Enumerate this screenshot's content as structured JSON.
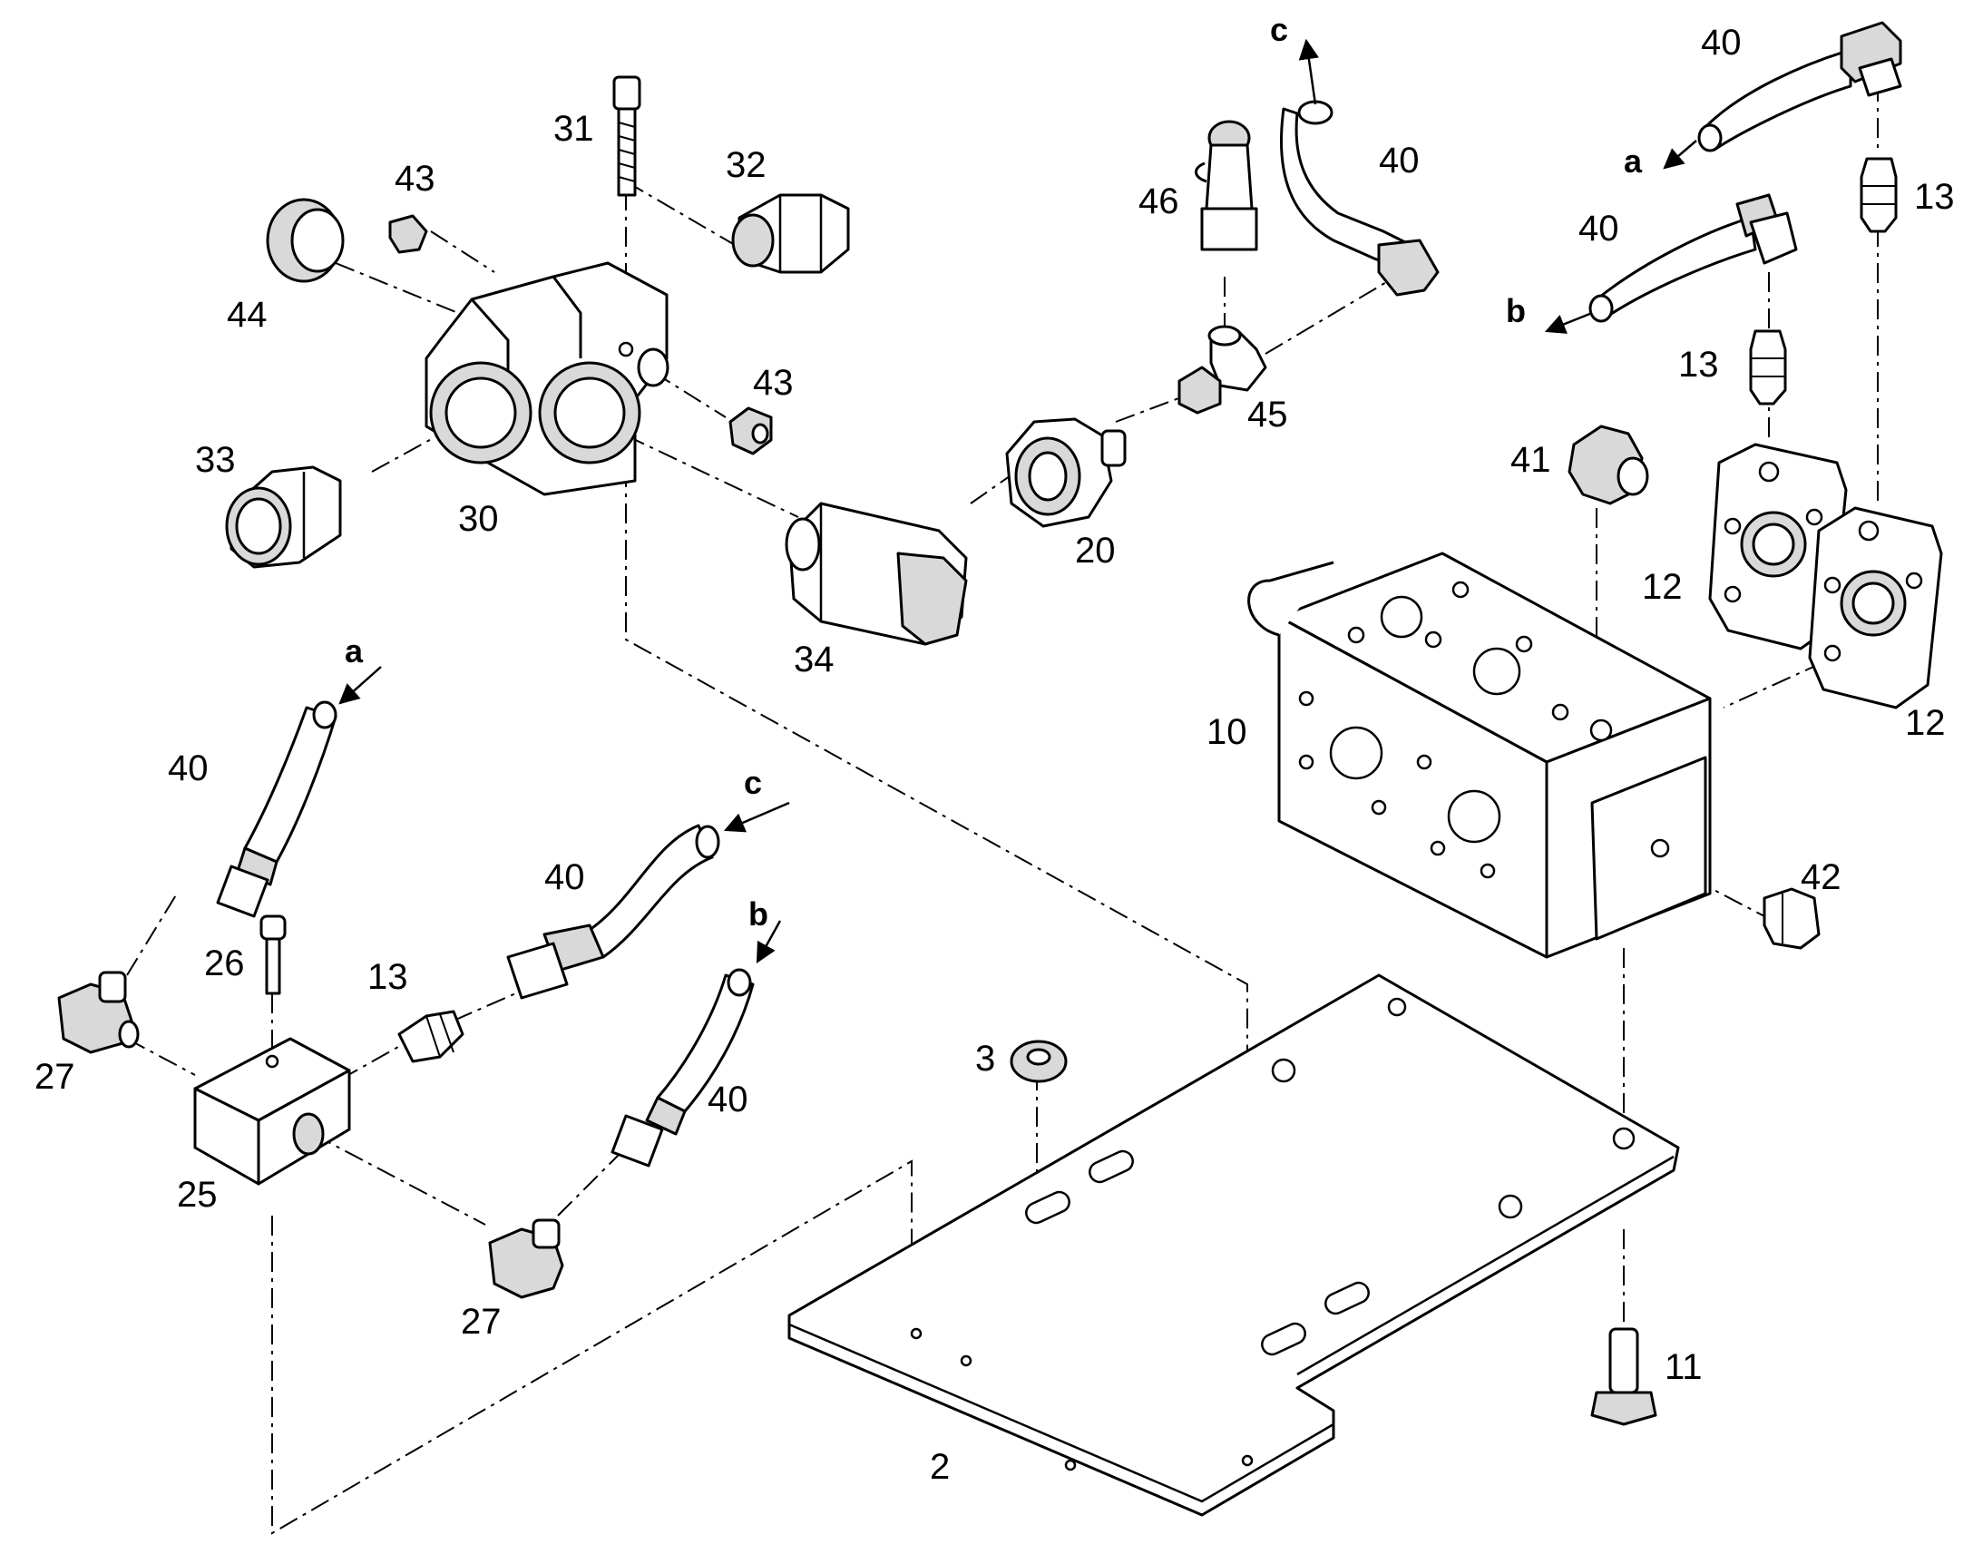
{
  "callouts": {
    "c2": "2",
    "c3": "3",
    "c10": "10",
    "c11": "11",
    "c12a": "12",
    "c12b": "12",
    "c13a": "13",
    "c13b": "13",
    "c13c": "13",
    "c20": "20",
    "c25": "25",
    "c26": "26",
    "c27a": "27",
    "c27b": "27",
    "c30": "30",
    "c31": "31",
    "c32": "32",
    "c33": "33",
    "c34": "34",
    "c40a": "40",
    "c40b": "40",
    "c40c": "40",
    "c40d": "40",
    "c40e": "40",
    "c40f": "40",
    "c41": "41",
    "c42": "42",
    "c43a": "43",
    "c43b": "43",
    "c44": "44",
    "c45": "45",
    "c46": "46"
  },
  "flow_markers": {
    "a_top": "a",
    "b_top": "b",
    "c_top": "c",
    "a_bottom": "a",
    "b_bottom": "b",
    "c_bottom": "c"
  }
}
